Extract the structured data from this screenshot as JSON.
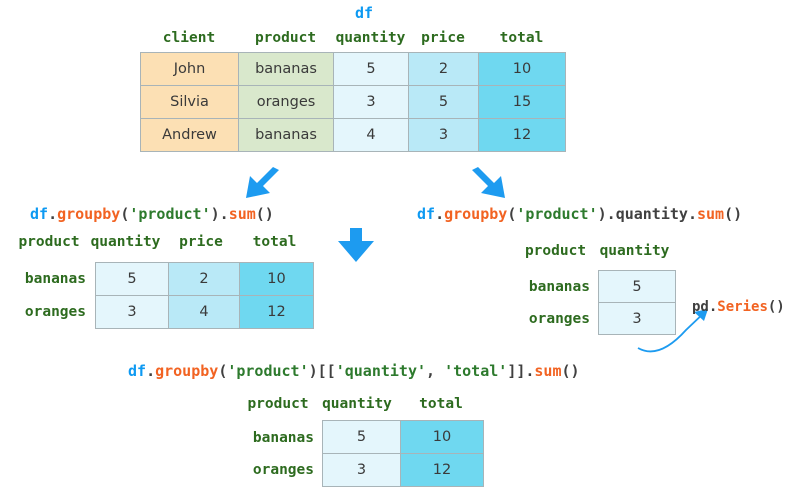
{
  "title": "df",
  "colors": {
    "accent_blue": "#0d99f2",
    "fn_orange": "#f26322",
    "string_green": "#2d7a2d",
    "header_green": "#2d6b1f",
    "client_fill": "#fce0b4",
    "product_fill": "#d9e8cc",
    "quantity_fill": "#e4f6fc",
    "price_fill": "#b9e9f7",
    "total_fill": "#6fd8f0",
    "border": "#a8b4b8",
    "arrow": "#1d9bf0"
  },
  "df_table": {
    "headers": [
      "client",
      "product",
      "quantity",
      "price",
      "total"
    ],
    "rows": [
      [
        "John",
        "bananas",
        "5",
        "2",
        "10"
      ],
      [
        "Silvia",
        "oranges",
        "3",
        "5",
        "15"
      ],
      [
        "Andrew",
        "bananas",
        "4",
        "3",
        "12"
      ]
    ]
  },
  "left": {
    "code": [
      {
        "t": "df",
        "c": "tok-obj"
      },
      {
        "t": ".",
        "c": "tok-punct"
      },
      {
        "t": "groupby",
        "c": "tok-fn"
      },
      {
        "t": "(",
        "c": "tok-punct"
      },
      {
        "t": "'product'",
        "c": "tok-str"
      },
      {
        "t": ").",
        "c": "tok-punct"
      },
      {
        "t": "sum",
        "c": "tok-fn"
      },
      {
        "t": "()",
        "c": "tok-punct"
      }
    ],
    "code_text": "df.groupby('product').sum()",
    "index_header": "product",
    "headers": [
      "quantity",
      "price",
      "total"
    ],
    "index": [
      "bananas",
      "oranges"
    ],
    "rows": [
      [
        "5",
        "2",
        "10"
      ],
      [
        "3",
        "4",
        "12"
      ]
    ]
  },
  "right": {
    "code": [
      {
        "t": "df",
        "c": "tok-obj"
      },
      {
        "t": ".",
        "c": "tok-punct"
      },
      {
        "t": "groupby",
        "c": "tok-fn"
      },
      {
        "t": "(",
        "c": "tok-punct"
      },
      {
        "t": "'product'",
        "c": "tok-str"
      },
      {
        "t": ").",
        "c": "tok-punct"
      },
      {
        "t": "quantity",
        "c": "tok-plain"
      },
      {
        "t": ".",
        "c": "tok-punct"
      },
      {
        "t": "sum",
        "c": "tok-fn"
      },
      {
        "t": "()",
        "c": "tok-punct"
      }
    ],
    "code_text": "df.groupby('product').quantity.sum()",
    "index_header": "product",
    "headers": [
      "quantity"
    ],
    "index": [
      "bananas",
      "oranges"
    ],
    "rows": [
      [
        "5"
      ],
      [
        "3"
      ]
    ],
    "annotation": [
      {
        "t": "pd",
        "c": "tok-plain"
      },
      {
        "t": ".",
        "c": "tok-punct"
      },
      {
        "t": "Series",
        "c": "tok-fn"
      },
      {
        "t": "()",
        "c": "tok-punct"
      }
    ],
    "annotation_text": "pd.Series()"
  },
  "bottom": {
    "code": [
      {
        "t": "df",
        "c": "tok-obj"
      },
      {
        "t": ".",
        "c": "tok-punct"
      },
      {
        "t": "groupby",
        "c": "tok-fn"
      },
      {
        "t": "(",
        "c": "tok-punct"
      },
      {
        "t": "'product'",
        "c": "tok-str"
      },
      {
        "t": ")[[",
        "c": "tok-punct"
      },
      {
        "t": "'quantity'",
        "c": "tok-str"
      },
      {
        "t": ", ",
        "c": "tok-punct"
      },
      {
        "t": "'total'",
        "c": "tok-str"
      },
      {
        "t": "]].",
        "c": "tok-punct"
      },
      {
        "t": "sum",
        "c": "tok-fn"
      },
      {
        "t": "()",
        "c": "tok-punct"
      }
    ],
    "code_text": "df.groupby('product')[['quantity', 'total']].sum()",
    "index_header": "product",
    "headers": [
      "quantity",
      "total"
    ],
    "index": [
      "bananas",
      "oranges"
    ],
    "rows": [
      [
        "5",
        "10"
      ],
      [
        "3",
        "12"
      ]
    ]
  },
  "arrows": {
    "left_arrow": "arrow-down-left-icon",
    "right_arrow": "arrow-down-right-icon",
    "middle_arrow": "arrow-down-icon",
    "series_arrow": "curved-arrow-icon"
  }
}
